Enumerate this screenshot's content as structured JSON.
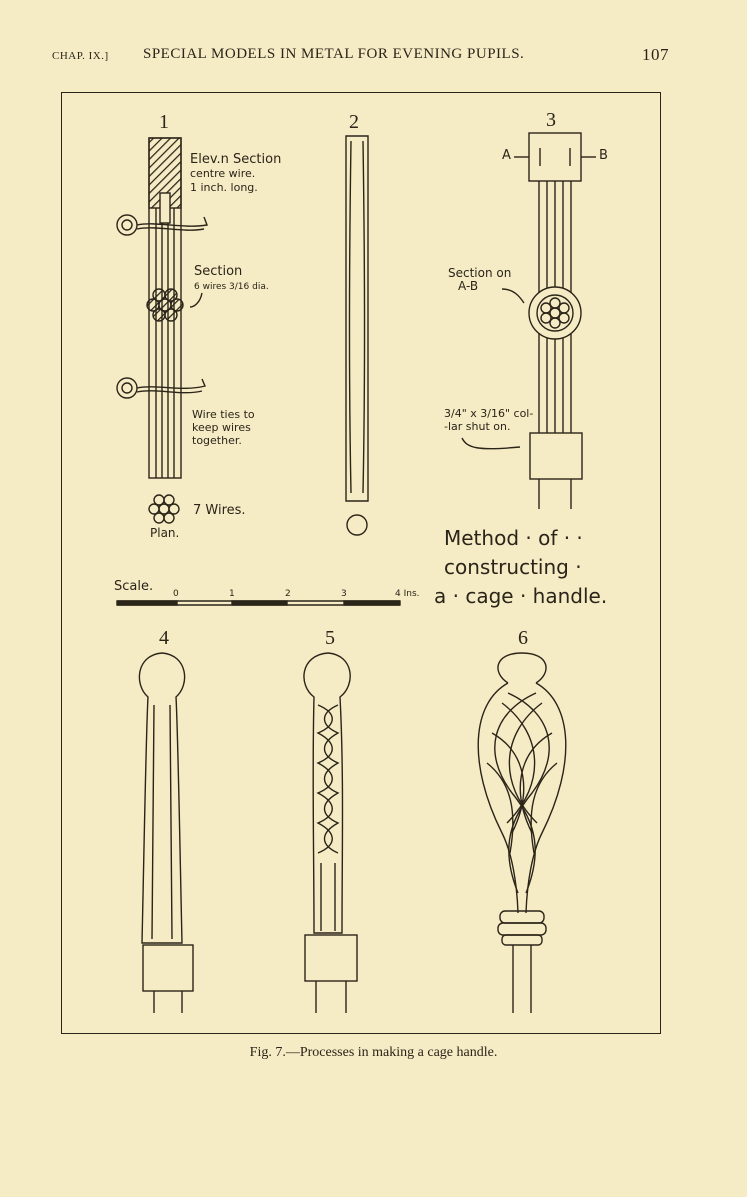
{
  "header": {
    "chapter": "CHAP. IX.]",
    "title": "SPECIAL MODELS IN METAL FOR EVENING PUPILS.",
    "page_number": "107"
  },
  "figure": {
    "panel_numbers": [
      "1",
      "2",
      "3",
      "4",
      "5",
      "6"
    ],
    "notes": {
      "elev_section": [
        "Elev.n Section",
        "centre wire.",
        "1 inch. long."
      ],
      "section_wires": [
        "Section",
        "6 wires 3/16 dia."
      ],
      "wire_ties": [
        "Wire ties to",
        "keep wires",
        "together."
      ],
      "seven_wires": "7 Wires.",
      "plan": "Plan.",
      "section_ab": [
        "Section on",
        "A-B"
      ],
      "label_a": "A",
      "label_b": "B",
      "collar": [
        "3/4\" x 3/16\" col-",
        "-lar shut on."
      ],
      "method": [
        "Method · of · ·",
        "constructing ·",
        "a · cage · handle."
      ]
    },
    "scale": {
      "label": "Scale.",
      "ticks": [
        "0",
        "1",
        "2",
        "3",
        "4 Ins."
      ]
    }
  },
  "caption": "Fig. 7.—Processes in making a cage handle."
}
